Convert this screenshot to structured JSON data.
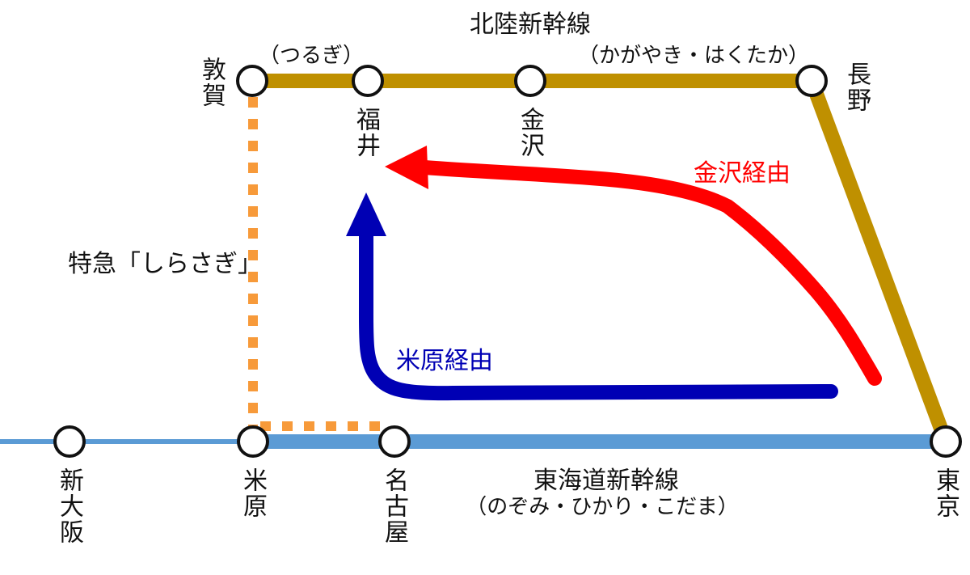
{
  "lines": {
    "hokuriku": {
      "name": "北陸新幹線",
      "service_left": "（つるぎ）",
      "service_right": "（かがやき・はくたか）",
      "color": "#bf9000"
    },
    "tokaido": {
      "name": "東海道新幹線",
      "services": "（のぞみ・ひかり・こだま）",
      "color": "#5b9bd5"
    },
    "shirasagi": {
      "name": "特急「しらさぎ」",
      "color": "#f79a3a"
    }
  },
  "stations": {
    "tsuruga": "敦賀",
    "fukui": "福井",
    "kanazawa": "金沢",
    "nagano": "長野",
    "shin_osaka": "新大阪",
    "maibara": "米原",
    "nagoya": "名古屋",
    "tokyo": "東京"
  },
  "routes": {
    "via_kanazawa": {
      "label": "金沢経由",
      "color": "#ff0000"
    },
    "via_maibara": {
      "label": "米原経由",
      "color": "#0000b4"
    }
  }
}
